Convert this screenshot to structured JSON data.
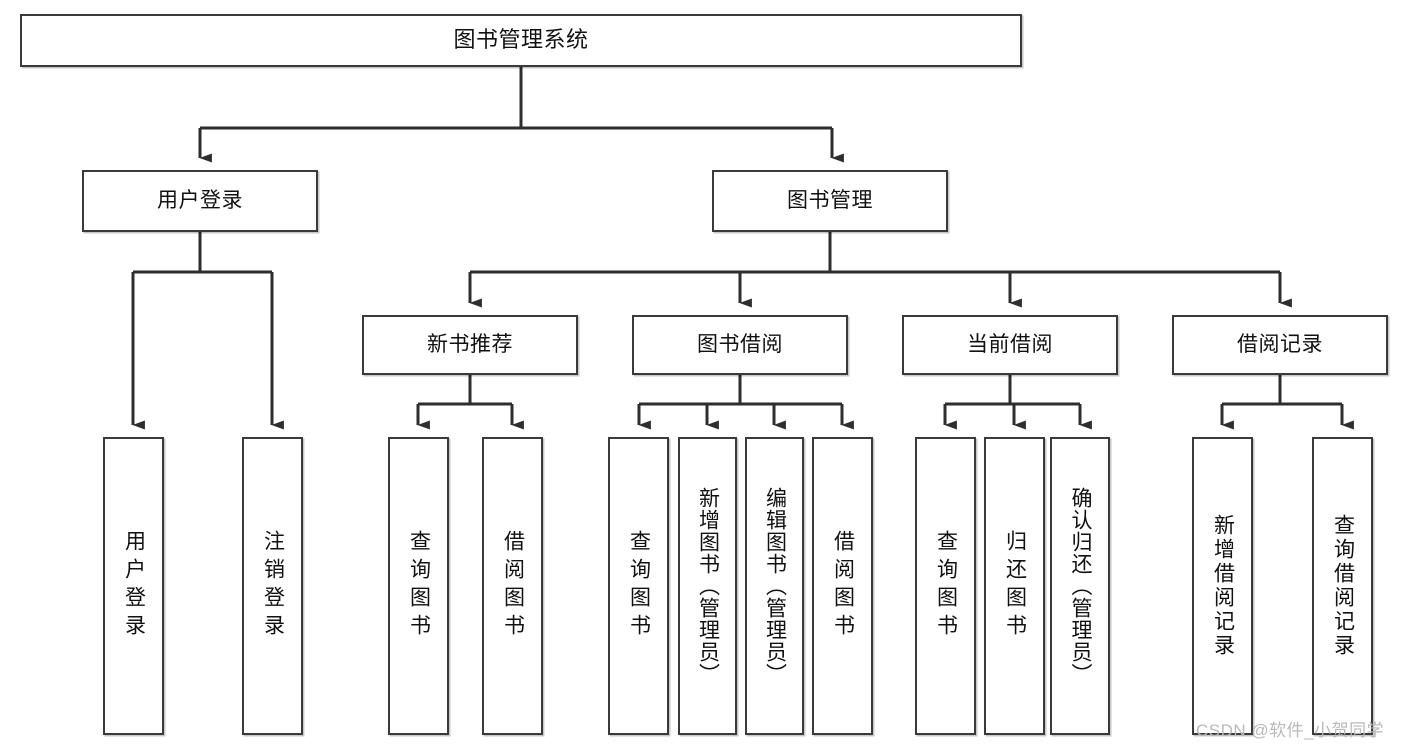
{
  "diagram": {
    "title": "图书管理系统",
    "type": "tree-hierarchy",
    "watermark": "CSDN @软件_小贺同学",
    "colors": {
      "stroke": "#3a3a3a",
      "fill": "#ffffff",
      "text": "#111111",
      "watermark": "#b9b9b9"
    },
    "nodes": {
      "root": {
        "label": "图书管理系统"
      },
      "level2": [
        {
          "id": "user-login",
          "label": "用户登录"
        },
        {
          "id": "book-management",
          "label": "图书管理"
        }
      ],
      "level3": [
        {
          "id": "new-book-recommend",
          "label": "新书推荐"
        },
        {
          "id": "book-borrow",
          "label": "图书借阅"
        },
        {
          "id": "current-borrow",
          "label": "当前借阅"
        },
        {
          "id": "borrow-record",
          "label": "借阅记录"
        }
      ],
      "leaves": {
        "user-login": [
          {
            "id": "leaf-user-login",
            "label": "用户登录"
          },
          {
            "id": "leaf-logout-login",
            "label": "注销登录"
          }
        ],
        "new-book-recommend": [
          {
            "id": "leaf-query-book-1",
            "label": "查询图书"
          },
          {
            "id": "leaf-borrow-book-1",
            "label": "借阅图书"
          }
        ],
        "book-borrow": [
          {
            "id": "leaf-query-book-2",
            "label": "查询图书"
          },
          {
            "id": "leaf-add-book",
            "label": "新增图书（管理员）"
          },
          {
            "id": "leaf-edit-book",
            "label": "编辑图书（管理员）"
          },
          {
            "id": "leaf-borrow-book-2",
            "label": "借阅图书"
          }
        ],
        "current-borrow": [
          {
            "id": "leaf-query-book-3",
            "label": "查询图书"
          },
          {
            "id": "leaf-return-book",
            "label": "归还图书"
          },
          {
            "id": "leaf-confirm-return",
            "label": "确认归还（管理员）"
          }
        ],
        "borrow-record": [
          {
            "id": "leaf-add-record",
            "label": "新增借阅记录"
          },
          {
            "id": "leaf-query-record",
            "label": "查询借阅记录"
          }
        ]
      }
    }
  }
}
